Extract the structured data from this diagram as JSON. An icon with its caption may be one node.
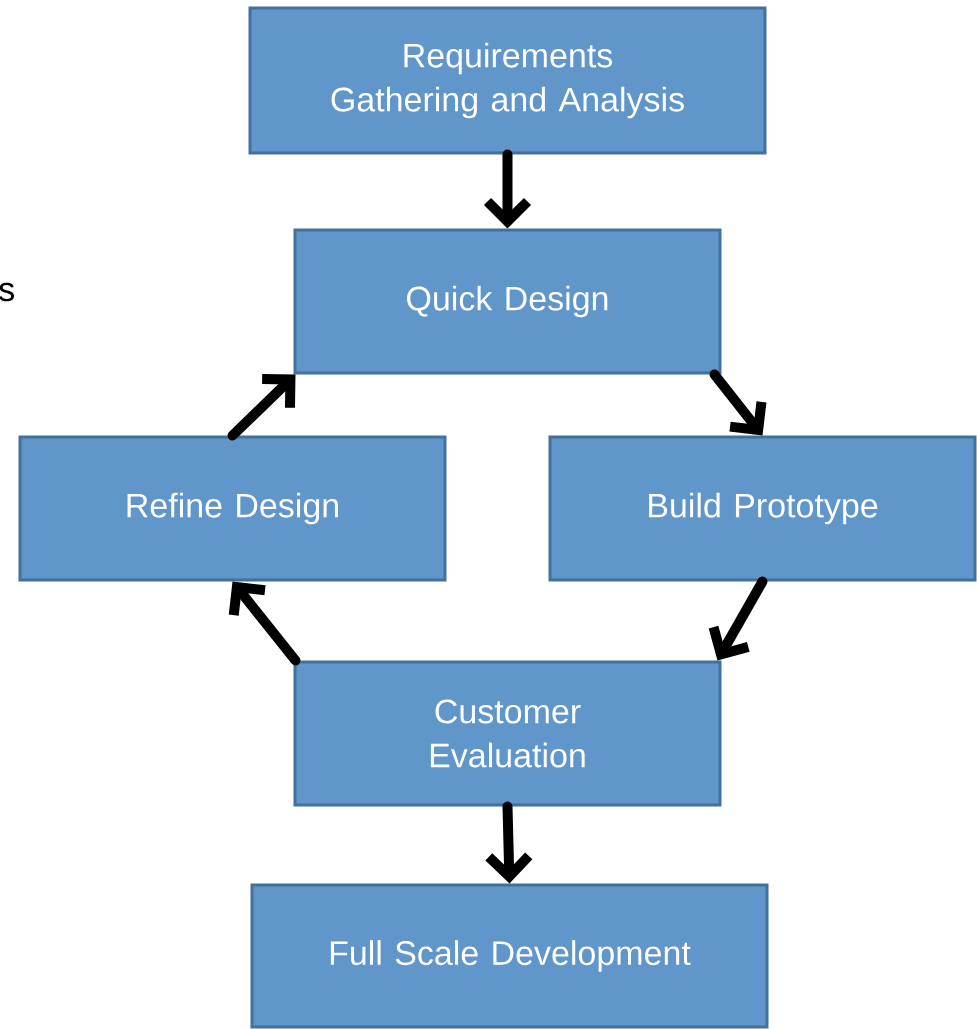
{
  "diagram": {
    "nodes": [
      {
        "text": [
          "Requirements Gathering and Analysis"
        ]
      },
      {
        "text": [
          "Quick Design"
        ]
      },
      {
        "text": [
          "Build Prototype"
        ]
      },
      {
        "text": [
          "Customer Evaluation"
        ]
      },
      {
        "text": [
          "Refine Design"
        ]
      },
      {
        "text": [
          "Full Scale Development"
        ]
      }
    ],
    "edges": [
      {
        "from": 0,
        "to": 1,
        "arrow": "to"
      },
      {
        "from": 1,
        "to": 2,
        "arrow": "to"
      },
      {
        "from": 2,
        "to": 3,
        "arrow": "to"
      },
      {
        "from": 3,
        "to": 4,
        "arrow": "to"
      },
      {
        "from": 4,
        "to": 1,
        "arrow": "to"
      },
      {
        "from": 3,
        "to": 5,
        "arrow": "to"
      }
    ],
    "labels": [
      "s"
    ]
  }
}
